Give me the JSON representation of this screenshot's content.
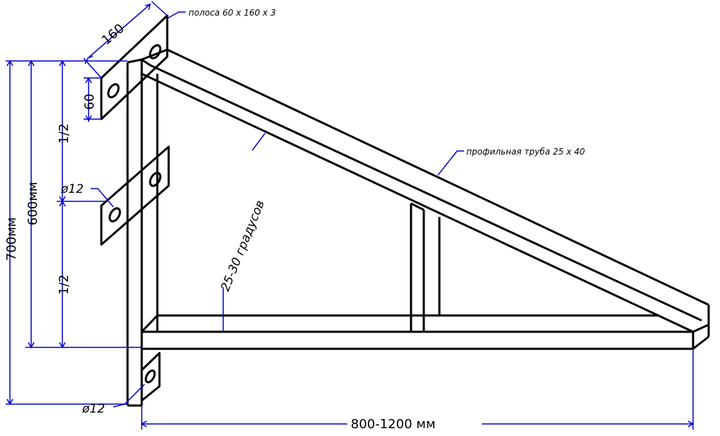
{
  "colors": {
    "structure": "#000000",
    "dimension": "#0000cc",
    "background": "#ffffff"
  },
  "labels": {
    "plate": "полоса 60 x 160 x 3",
    "tube": "профильная труба 25 x 40",
    "angle": "25-30 градусов"
  },
  "dimensions": {
    "plate_length": "160",
    "plate_width": "60",
    "half_upper": "1/2",
    "half_lower": "1/2",
    "height_600": "600мм",
    "height_700": "700мм",
    "hole_upper": "ø12",
    "hole_lower": "ø12",
    "length": "800-1200  мм"
  }
}
